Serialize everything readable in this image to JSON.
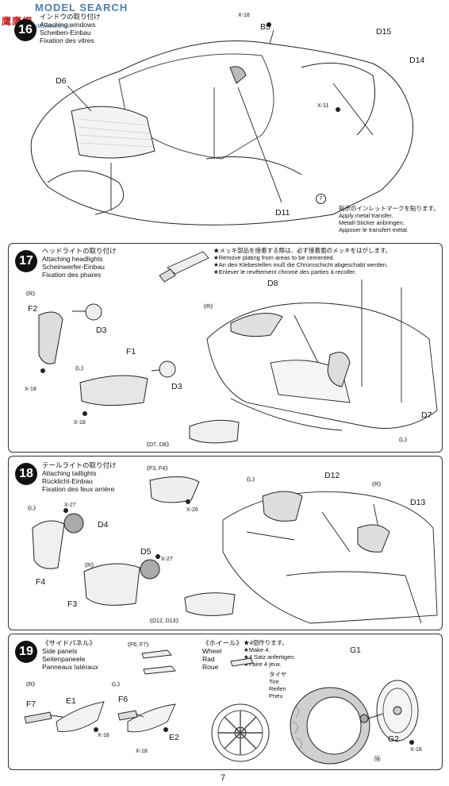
{
  "watermark": {
    "brand": "MODEL SEARCH",
    "site": "hobbysearch.cn",
    "red_prefix": "鹰鹰網"
  },
  "step16": {
    "title_lines": "インドウの取り付け\nAttaching windows\nScheiben-Einbau\nFixation des vitres",
    "labels": {
      "d6": "D6",
      "b5": "B5",
      "d15": "D15",
      "d14": "D14",
      "d11": "D11",
      "x18": "X-18",
      "x11": "X-11",
      "mark": "7"
    },
    "note": "指示のインレットマークを貼ります。\nApply metal transfer.\nMetall-Sticker anbringen.\nApposer le transfert métal."
  },
  "step17": {
    "number": "17",
    "title_lines": "ヘッドライトの取り付け\nAttaching headlights\nScheinwerfer-Einbau\nFixation des phares",
    "warning": "★メッキ部品を接着する際は、必ず接着面のメッキをはがします。\n★Remove plating from areas to be cemented.\n★An den Klebestellen muß die Chromschicht abgeschabt werden.\n★Enlever le revêtement chromé des parties à recoller.",
    "labels": {
      "r": "《R》",
      "l": "《L》",
      "f2": "F2",
      "d3a": "D3",
      "f1": "F1",
      "d3b": "D3",
      "x18a": "X-18",
      "x18b": "X-18",
      "d8": "D8",
      "r2": "《R》",
      "d7": "D7",
      "l2": "《L》",
      "group": "《D7, D8》"
    }
  },
  "step18": {
    "number": "18",
    "title_lines": "テールライトの取り付け\nAttaching taillights\nRücklicht-Einbau\nFixation des feux arrière",
    "labels": {
      "f3f4": "《F3, F4》",
      "x26": "X-26",
      "l": "《L》",
      "x27a": "X-27",
      "d4": "D4",
      "f4": "F4",
      "r": "《R》",
      "d5": "D5",
      "x27b": "X-27",
      "f3": "F3",
      "l2": "《L》",
      "d12": "D12",
      "r2": "《R》",
      "d13": "D13",
      "group": "《D12, D13》"
    }
  },
  "step19": {
    "number": "19",
    "title_lines": "《サイドパネル》\nSide panels\nSeitenpaneele\nPanneaux latéraux",
    "labels": {
      "f6f7": "《F6, F7》",
      "r": "《R》",
      "l": "《L》",
      "f7": "F7",
      "e1": "E1",
      "f6": "F6",
      "e2": "E2",
      "x18a": "X-18",
      "x18b": "X-18",
      "x18c": "X-18",
      "g1": "G1",
      "g2": "G2",
      "mark": "⑱"
    },
    "wheel_title": "《ホイール》\nWheel\nRad\nRoue",
    "make4": "★4個作ります。\n★Make 4.\n★4 Satz anfertigen.\n★Faire 4 jeux.",
    "tire": "タイヤ\nTire\nReifen\nPneu"
  },
  "footer": {
    "page_number": "7"
  }
}
